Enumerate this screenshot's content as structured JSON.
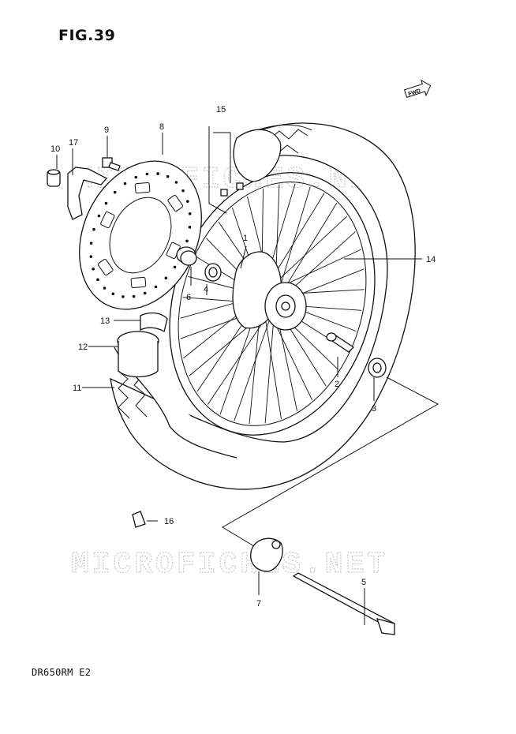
{
  "figure": {
    "title": "FIG.39",
    "model_code": "DR650RM E2"
  },
  "watermark": {
    "text": "MICROFICHES.NET"
  },
  "fwd_badge": {
    "text": "FWD"
  },
  "callouts": [
    {
      "id": "c1",
      "number": "1"
    },
    {
      "id": "c2",
      "number": "2"
    },
    {
      "id": "c3",
      "number": "3"
    },
    {
      "id": "c4",
      "number": "4"
    },
    {
      "id": "c5",
      "number": "5"
    },
    {
      "id": "c6",
      "number": "6"
    },
    {
      "id": "c7",
      "number": "7"
    },
    {
      "id": "c8",
      "number": "8"
    },
    {
      "id": "c9",
      "number": "9"
    },
    {
      "id": "c10",
      "number": "10"
    },
    {
      "id": "c11",
      "number": "11"
    },
    {
      "id": "c12",
      "number": "12"
    },
    {
      "id": "c13",
      "number": "13"
    },
    {
      "id": "c14",
      "number": "14"
    },
    {
      "id": "c15",
      "number": "15"
    },
    {
      "id": "c16",
      "number": "16"
    },
    {
      "id": "c17",
      "number": "17"
    }
  ]
}
